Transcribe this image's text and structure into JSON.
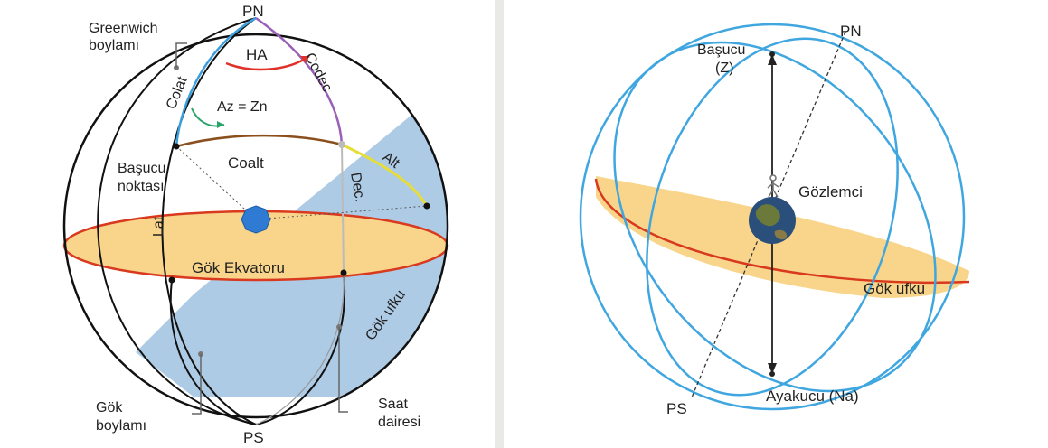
{
  "left_figure": {
    "labels": {
      "pn": "PN",
      "ps": "PS",
      "greenwich_line1": "Greenwich",
      "greenwich_line2": "boylamı",
      "ha": "HA",
      "colat": "Colat",
      "codec": "Codec",
      "az_zn": "Az = Zn",
      "coalt": "Coalt",
      "alt": "Alt",
      "zenith_line1": "Başucu",
      "zenith_line2": "noktası",
      "dec": "Dec.",
      "lat": "Lat",
      "celestial_equator": "Gök Ekvatoru",
      "horizon": "Gök ufku",
      "celestial_meridian_line1": "Gök",
      "celestial_meridian_line2": "boylamı",
      "hour_circle_line1": "Saat",
      "hour_circle_line2": "dairesi"
    }
  },
  "right_figure": {
    "labels": {
      "pn": "PN",
      "ps": "PS",
      "zenith_line1": "Başucu",
      "zenith_line2": "(Z)",
      "observer": "Gözlemci",
      "horizon": "Gök ufku",
      "nadir": "Ayakucu (Na)"
    }
  },
  "colors": {
    "sphere_outline": "#111111",
    "equator": "#d8391f",
    "equator_fill": "#f8d58a",
    "shade": "#aecbe6",
    "blue_arc": "#3b9fdd",
    "purple_arc": "#9b5fb8",
    "brown_arc": "#8a4f1d",
    "yellow_arc": "#e6dd3a",
    "green_arc": "#2aa36a",
    "red_arc": "#e0322b"
  }
}
